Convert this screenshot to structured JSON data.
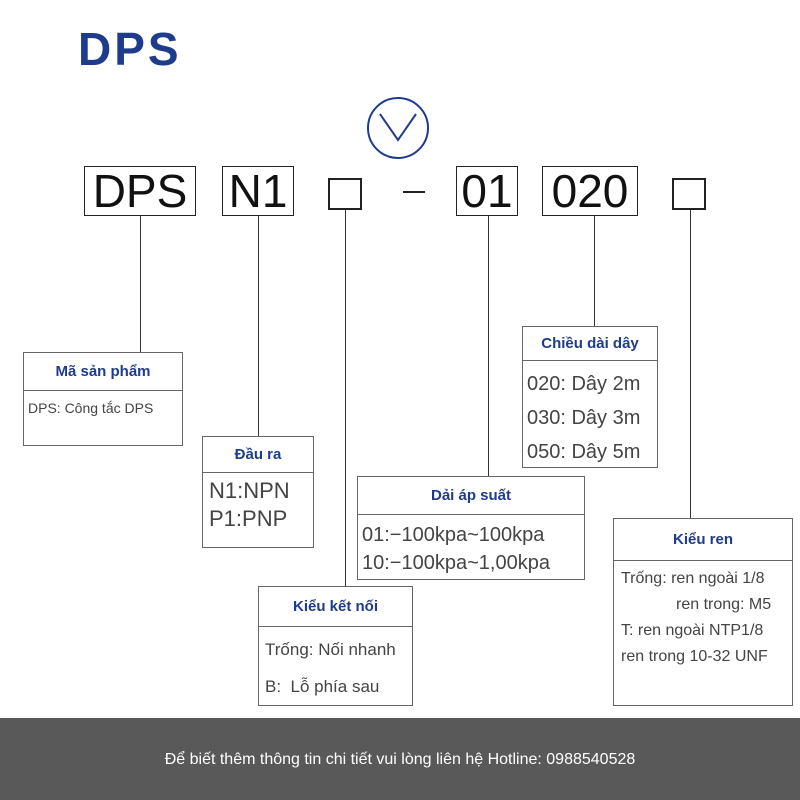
{
  "brand": "DPS",
  "code": {
    "series": "DPS",
    "output": "N1",
    "separator": "-",
    "pressure": "01",
    "cable": "020"
  },
  "boxes": {
    "product": {
      "title": "Mã sản phẩm",
      "lines": [
        "DPS: Công tắc DPS"
      ]
    },
    "output": {
      "title": "Đầu ra",
      "lines": [
        "N1:NPN",
        "P1:PNP"
      ]
    },
    "connection": {
      "title": "Kiểu kết nối",
      "lines": [
        "Trống: Nối nhanh",
        "B:  Lỗ phía sau"
      ]
    },
    "pressure": {
      "title": "Dải áp suất",
      "lines": [
        "01:−100kpa~100kpa",
        "10:−100kpa~1,00kpa"
      ]
    },
    "cable": {
      "title": "Chiều dài dây",
      "lines": [
        "020: Dây 2m",
        "030: Dây 3m",
        "050: Dây 5m"
      ]
    },
    "thread": {
      "title": "Kiểu ren",
      "lines": [
        "Trống: ren ngoài 1/8",
        "ren trong: M5",
        "T: ren ngoài NTP1/8",
        "ren trong 10-32 UNF"
      ]
    }
  },
  "footer": "Để biết thêm thông tin chi tiết vui lòng liên hệ Hotline: 0988540528",
  "colors": {
    "brand": "#1f3c8c",
    "footer_bg": "#595959"
  }
}
